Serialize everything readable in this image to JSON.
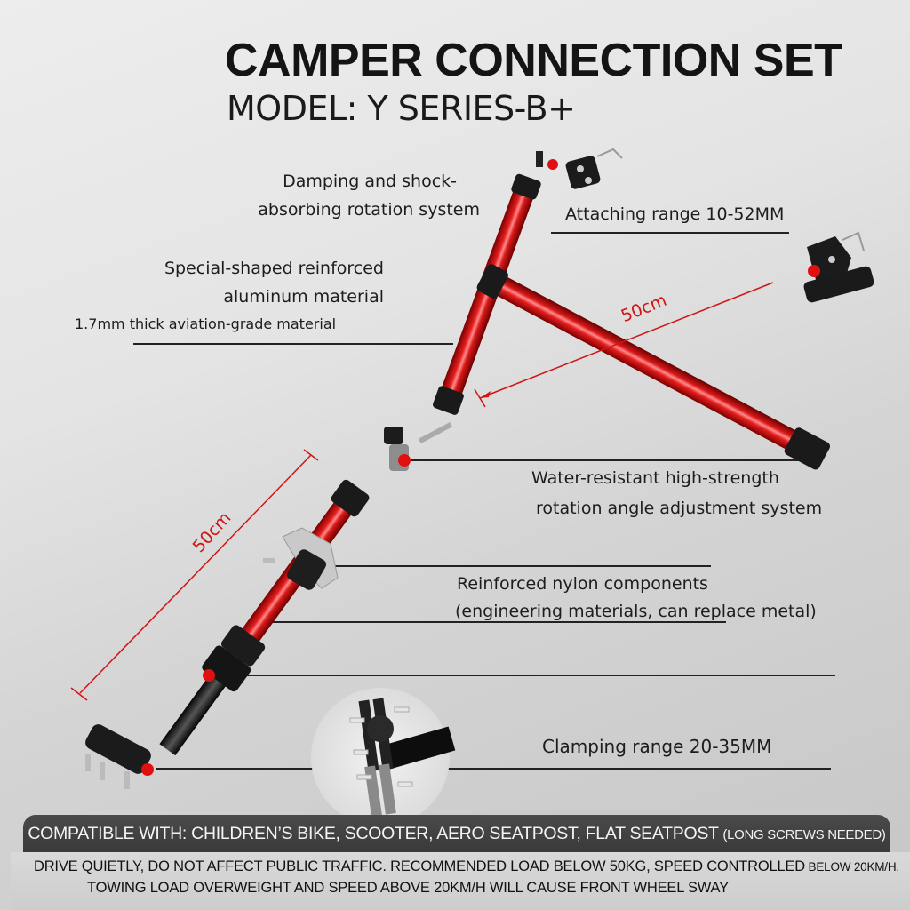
{
  "header": {
    "title": "CAMPER CONNECTION SET",
    "model": "MODEL: Y SERIES-B+"
  },
  "callouts": {
    "damping": {
      "line1": "Damping and shock-",
      "line2": "absorbing rotation system"
    },
    "aluminum": {
      "line1": "Special-shaped reinforced",
      "line2": "aluminum material",
      "line3": "1.7mm thick aviation-grade material"
    },
    "attaching": {
      "text": "Attaching range 10-52MM"
    },
    "rotation": {
      "line1": "Water-resistant high-strength",
      "line2": "rotation angle adjustment system"
    },
    "nylon": {
      "line1": "Reinforced nylon components",
      "line2": "(engineering materials, can replace metal)"
    },
    "clamping": {
      "text": "Clamping range 20-35MM"
    }
  },
  "dimensions": {
    "upper_arm": "50cm",
    "lower_arm": "50cm"
  },
  "colors": {
    "tube_red": "#d81818",
    "dimension_red": "#d21414",
    "marker_red": "#e01010",
    "banner_dark": "#404040"
  },
  "compatibility": {
    "main": "COMPATIBLE WITH: CHILDREN’S BIKE, SCOOTER, AERO SEATPOST, FLAT SEATPOST",
    "note": "(LONG SCREWS NEEDED)"
  },
  "warning": {
    "line1_main": "DRIVE QUIETLY,  DO NOT AFFECT PUBLIC TRAFFIC.  RECOMMENDED LOAD BELOW 50KG, SPEED CONTROLLED",
    "line1_small": " BELOW  20KM/H.",
    "line2": "TOWING LOAD OVERWEIGHT AND SPEED ABOVE 20KM/H WILL CAUSE FRONT WHEEL SWAY"
  }
}
